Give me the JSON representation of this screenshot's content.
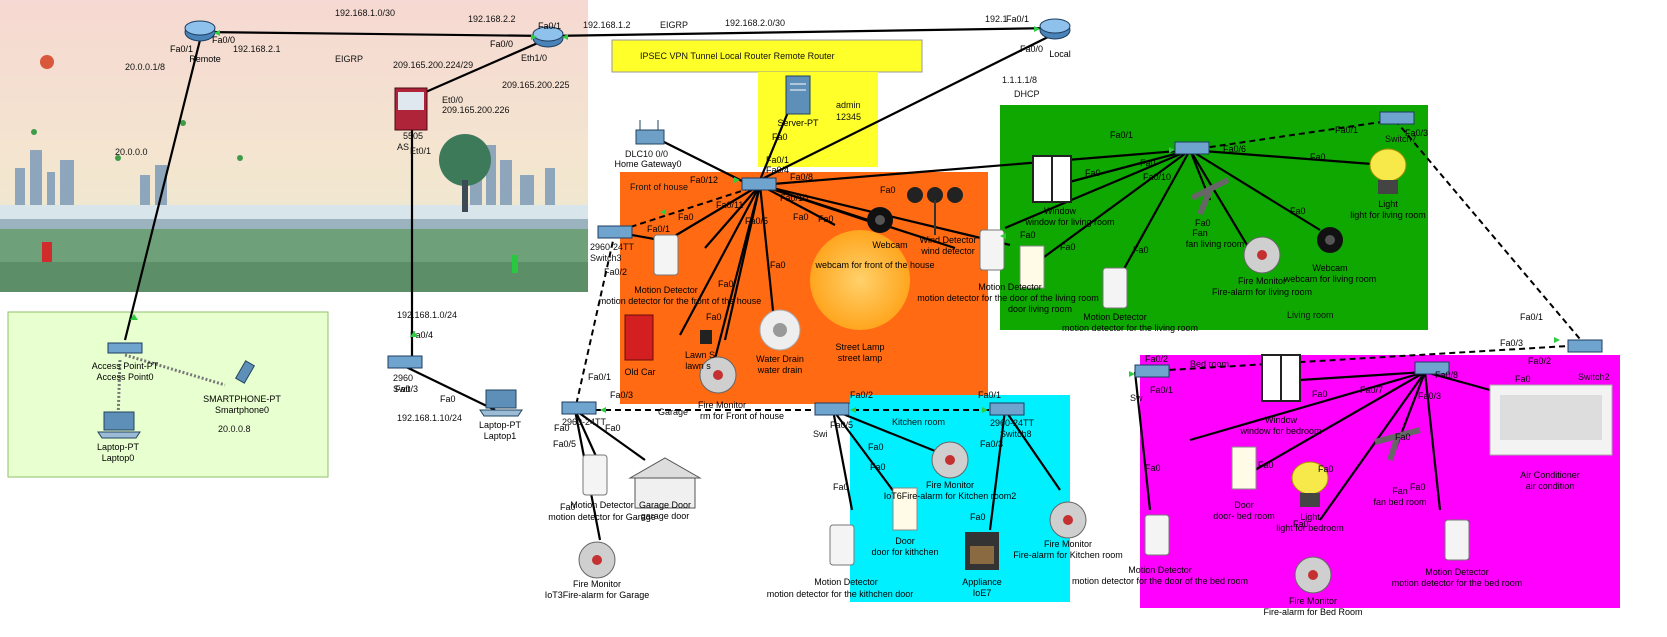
{
  "colors": {
    "orange_area": "#ff6a13",
    "green_area": "#0ea800",
    "magenta_area": "#ff00ff",
    "cyan_area": "#00f0ff",
    "yellow_area": "#ffff2a",
    "light_green_area": "#e8ffd0",
    "link": "#000000",
    "port_marker": "#2ecc40"
  },
  "areas": {
    "front_house": "Front of house",
    "living_room": "Living room",
    "bed_room": "Bed room",
    "kitchen_room": "Kitchen room",
    "garage": "Garage"
  },
  "banner": "IPSEC VPN Tunnel Local Router Remote Router",
  "net_labels": {
    "n1": "192.168.1.0/30",
    "n2": "192.168.2.2",
    "n3": "192.168.1.2",
    "n4": "EIGRP",
    "n5": "192.168.2.0/30",
    "n6": "192.1",
    "n7": "20.0.0.1/8",
    "n8": "192.168.2.1",
    "n9": "EIGRP",
    "n10": "209.165.200.224/29",
    "n11": "209.165.200.225",
    "n12": "209.165.200.226",
    "n13": "20.0.0.0",
    "n14": "1.1.1.1/8",
    "n15": "DHCP",
    "n16": "192.168.1.0/24",
    "n17": "192.168.1.10/24",
    "n18": "20.0.0.8",
    "n19": "admin",
    "n20": "12345",
    "n21": "DLC10 0/0",
    "n22": "Eth1/0",
    "n23": "Et0/0",
    "n24": "Et0/1",
    "n25": "5505",
    "n26": "AS"
  },
  "devices": {
    "remote": "Remote",
    "local": "Local",
    "server": "Server-PT",
    "home_gateway": "Home Gateway0",
    "access_point_type": "Access Point-PT",
    "access_point": "Access Point0",
    "smartphone_type": "SMARTPHONE-PT",
    "smartphone": "Smartphone0",
    "laptop0_type": "Laptop-PT",
    "laptop0": "Laptop0",
    "laptop1_type": "Laptop-PT",
    "laptop1": "Laptop1",
    "switch_2960": "2960",
    "switch_swit": "Swit",
    "switch3_type": "2960-24TT",
    "switch3": "Switch3",
    "switch4_type": "2960-24TT",
    "switch8_type": "2960-24TT",
    "switch8": "Switch8",
    "switch2": "Switch2",
    "switch7": "Switch7",
    "switch_sw": "Sw",
    "swi": "Swi"
  },
  "things": {
    "md_front_type": "Motion Detector",
    "md_front": "motion detector for the front of the house",
    "old_car": "Old Car",
    "lawn": "Lawn S",
    "lawn2": "lawn s",
    "water_drain_type": "Water Drain",
    "water_drain": "water drain",
    "street_lamp_type": "Street Lamp",
    "street_lamp": "street lamp",
    "webcam_front": "webcam for front of the house",
    "webcam_front_type": "Webcam",
    "wind_type": "Wind Detector",
    "wind": "wind detector",
    "fire_front_type": "Fire Monitor",
    "fire_front": "rm for Front of house",
    "md_door_living_type": "Motion Detector",
    "md_door_living": "motion detector for the door of the living room",
    "door_living": "door living room",
    "window_living_type": "Window",
    "window_living": "window for living room",
    "md_living_type": "Motion Detector",
    "md_living": "motion detector for the living room",
    "fan_living_type": "Fan",
    "fan_living": "fan living room",
    "fire_living_type": "Fire Monitor",
    "fire_living": "Fire-alarm for living room",
    "webcam_living_type": "Webcam",
    "webcam_living": "webcam for living room",
    "light_living_type": "Light",
    "light_living": "light for living room",
    "md_garage_type": "Motion Detector",
    "md_garage": "motion detector for Garage",
    "garage_door_type": "Garage Door",
    "garage_door": "garage door",
    "fire_garage_type": "Fire Monitor",
    "fire_garage": "IoT3Fire-alarm for Garage",
    "fire_kitchen1_type": "Fire Monitor",
    "fire_kitchen1": "IoT6Fire-alarm for Kitchen room2",
    "door_kitchen_type": "Door",
    "door_kitchen": "door for kithchen",
    "md_kitchen_type": "Motion Detector",
    "md_kitchen": "motion detector for the kithchen door",
    "appliance_type": "Appliance",
    "appliance": "IoE7",
    "fire_kitchen2_type": "Fire Monitor",
    "fire_kitchen2": "Fire-alarm for Kitchen room",
    "window_bed_type": "Window",
    "window_bed": "window for bedroom",
    "door_bed_type": "Door",
    "door_bed": "door- bed room",
    "light_bed_type": "Light",
    "light_bed": "light for bedroom",
    "fan_bed_type": "Fan",
    "fan_bed": "fan bed room",
    "ac_type": "Air Conditioner",
    "ac": "air condition",
    "md_door_bed_type": "Motion Detector",
    "md_door_bed": "motion detector for the door of the bed room",
    "fire_bed_type": "Fire Monitor",
    "fire_bed": "Fire-alarm for Bed Room",
    "md_bed_type": "Motion Detector",
    "md_bed": "motion detector for the bed room"
  },
  "ports": {
    "fa00": "Fa0/0",
    "fa01": "Fa0/1",
    "fa0": "Fa0",
    "fa02": "Fa0/2",
    "fa03": "Fa0/3",
    "fa04": "Fa0/4",
    "fa05": "Fa0/5",
    "fa06": "Fa0/6",
    "fa07": "Fa0/7",
    "fa08": "Fa0/8",
    "fa010": "Fa0/10",
    "fa011": "Fa0/11",
    "fa012": "Fa0/12"
  }
}
